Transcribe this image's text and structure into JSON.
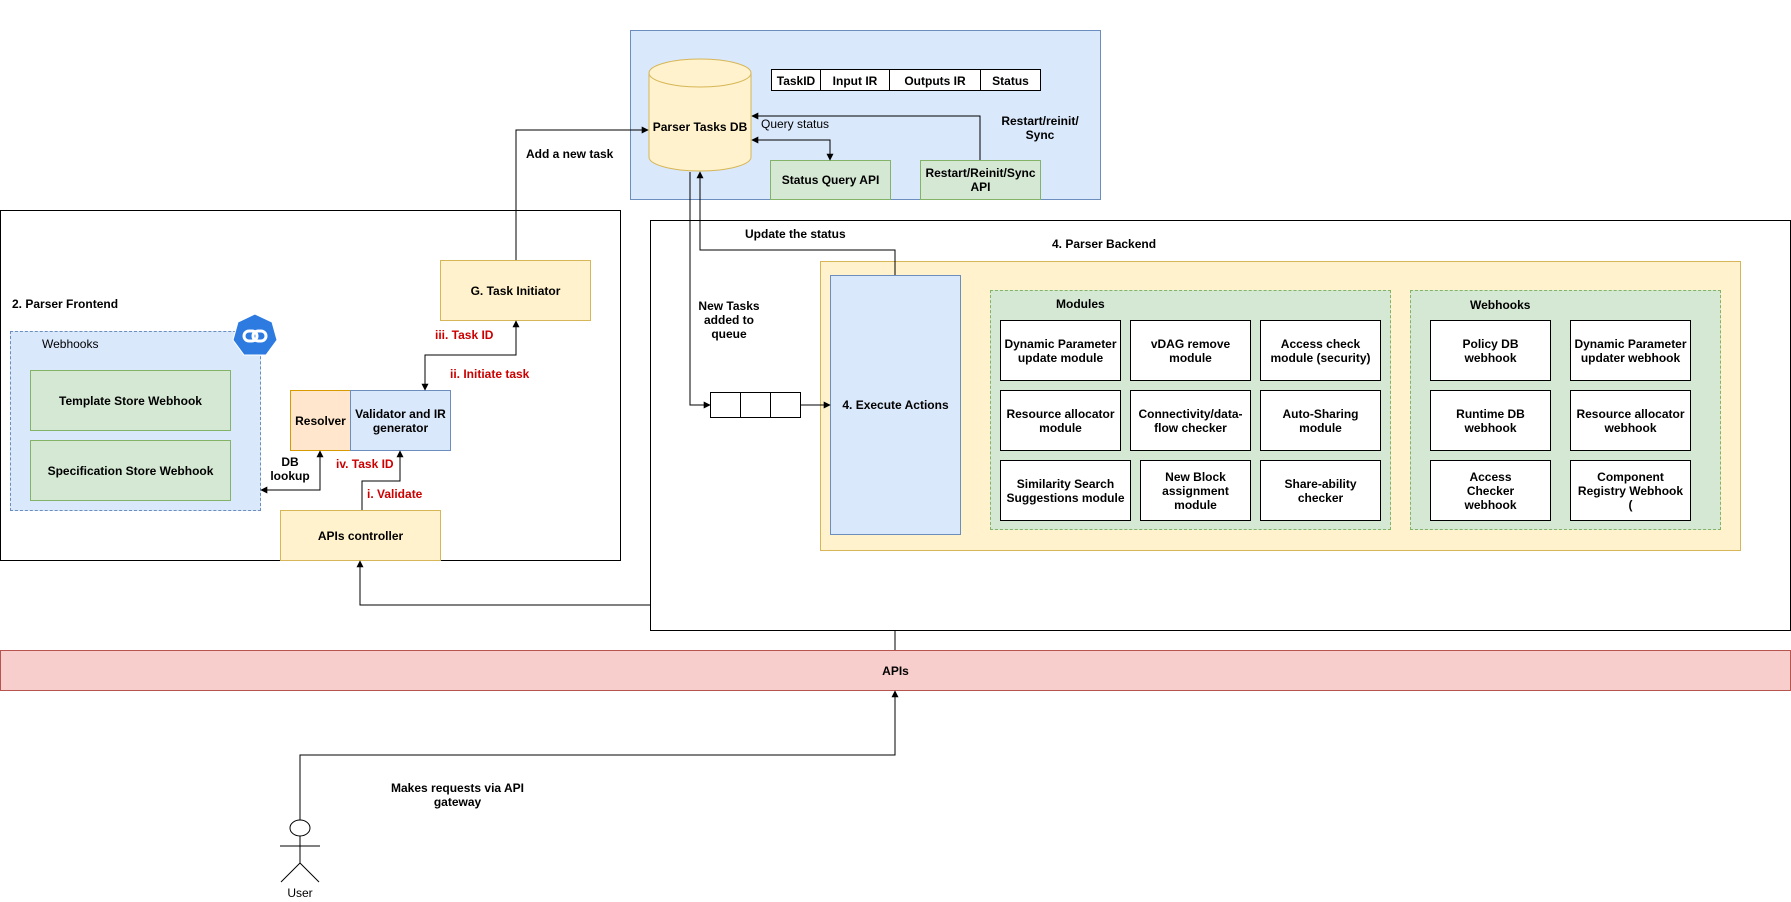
{
  "db": {
    "label": "Parser Tasks DB",
    "table_headers": [
      "TaskID",
      "Input IR",
      "Outputs IR",
      "Status"
    ],
    "status_query_api": "Status Query API",
    "restart_api": "Restart/Reinit/Sync API",
    "query_status_label": "Query status",
    "restart_label": "Restart/reinit/ Sync"
  },
  "frontend": {
    "title": "2. Parser Frontend",
    "webhooks_title": "Webhooks",
    "template_store": "Template Store Webhook",
    "specification_store": "Specification Store Webhook",
    "resolver": "Resolver",
    "validator": "Validator and IR generator",
    "task_initiator": "G. Task Initiator",
    "apis_controller": "APIs controller",
    "db_lookup": "DB lookup"
  },
  "steps": {
    "validate": "i. Validate",
    "initiate": "ii. Initiate task",
    "task_id_iii": "iii. Task ID",
    "task_id_iv": "iv. Task ID"
  },
  "flow": {
    "add_task": "Add a new task",
    "update_status": "Update the status",
    "new_tasks_queue": "New Tasks added to queue",
    "makes_requests": "Makes requests via API gateway"
  },
  "backend": {
    "title": "4. Parser Backend",
    "execute_actions": "4. Execute Actions",
    "modules_title": "Modules",
    "modules": [
      "Dynamic Parameter update module",
      "vDAG remove module",
      "Access check module (security)",
      "Resource allocator module",
      "Connectivity/data-flow checker",
      "Auto-Sharing module",
      "Similarity Search Suggestions module",
      "New Block assignment module",
      "Share-ability checker"
    ],
    "webhooks_title": "Webhooks",
    "webhooks": [
      "Policy DB webhook",
      "Dynamic Parameter updater webhook",
      "Runtime DB webhook",
      "Resource allocator webhook",
      "Access Checker webhook",
      "Component Registry Webhook ("
    ]
  },
  "apis_bar": "APIs",
  "user_label": "User",
  "colors": {
    "blue": "#dae8fc",
    "green": "#d5e8d4",
    "yellow": "#fff2cc",
    "orange": "#ffe6cc",
    "red_bar": "#f8cecc",
    "step_red": "#cc0000"
  },
  "icons": [
    "webhook-link-icon",
    "user-stick-figure-icon"
  ]
}
